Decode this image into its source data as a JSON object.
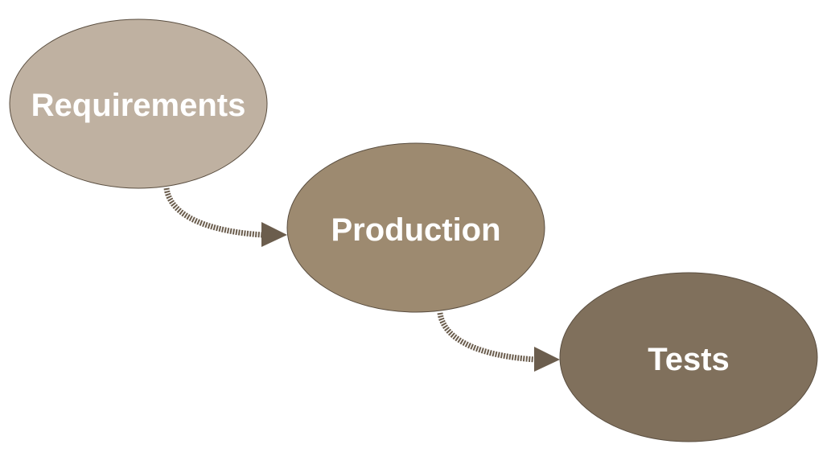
{
  "diagram": {
    "nodes": [
      {
        "id": "requirements",
        "label": "Requirements",
        "color": "#bfb1a1"
      },
      {
        "id": "production",
        "label": "Production",
        "color": "#9d8a70"
      },
      {
        "id": "tests",
        "label": "Tests",
        "color": "#80705c"
      }
    ],
    "edges": [
      {
        "from": "requirements",
        "to": "production"
      },
      {
        "from": "production",
        "to": "tests"
      }
    ],
    "colors": {
      "connector": "#6b5d4d",
      "outline": "#5a4e40"
    }
  }
}
